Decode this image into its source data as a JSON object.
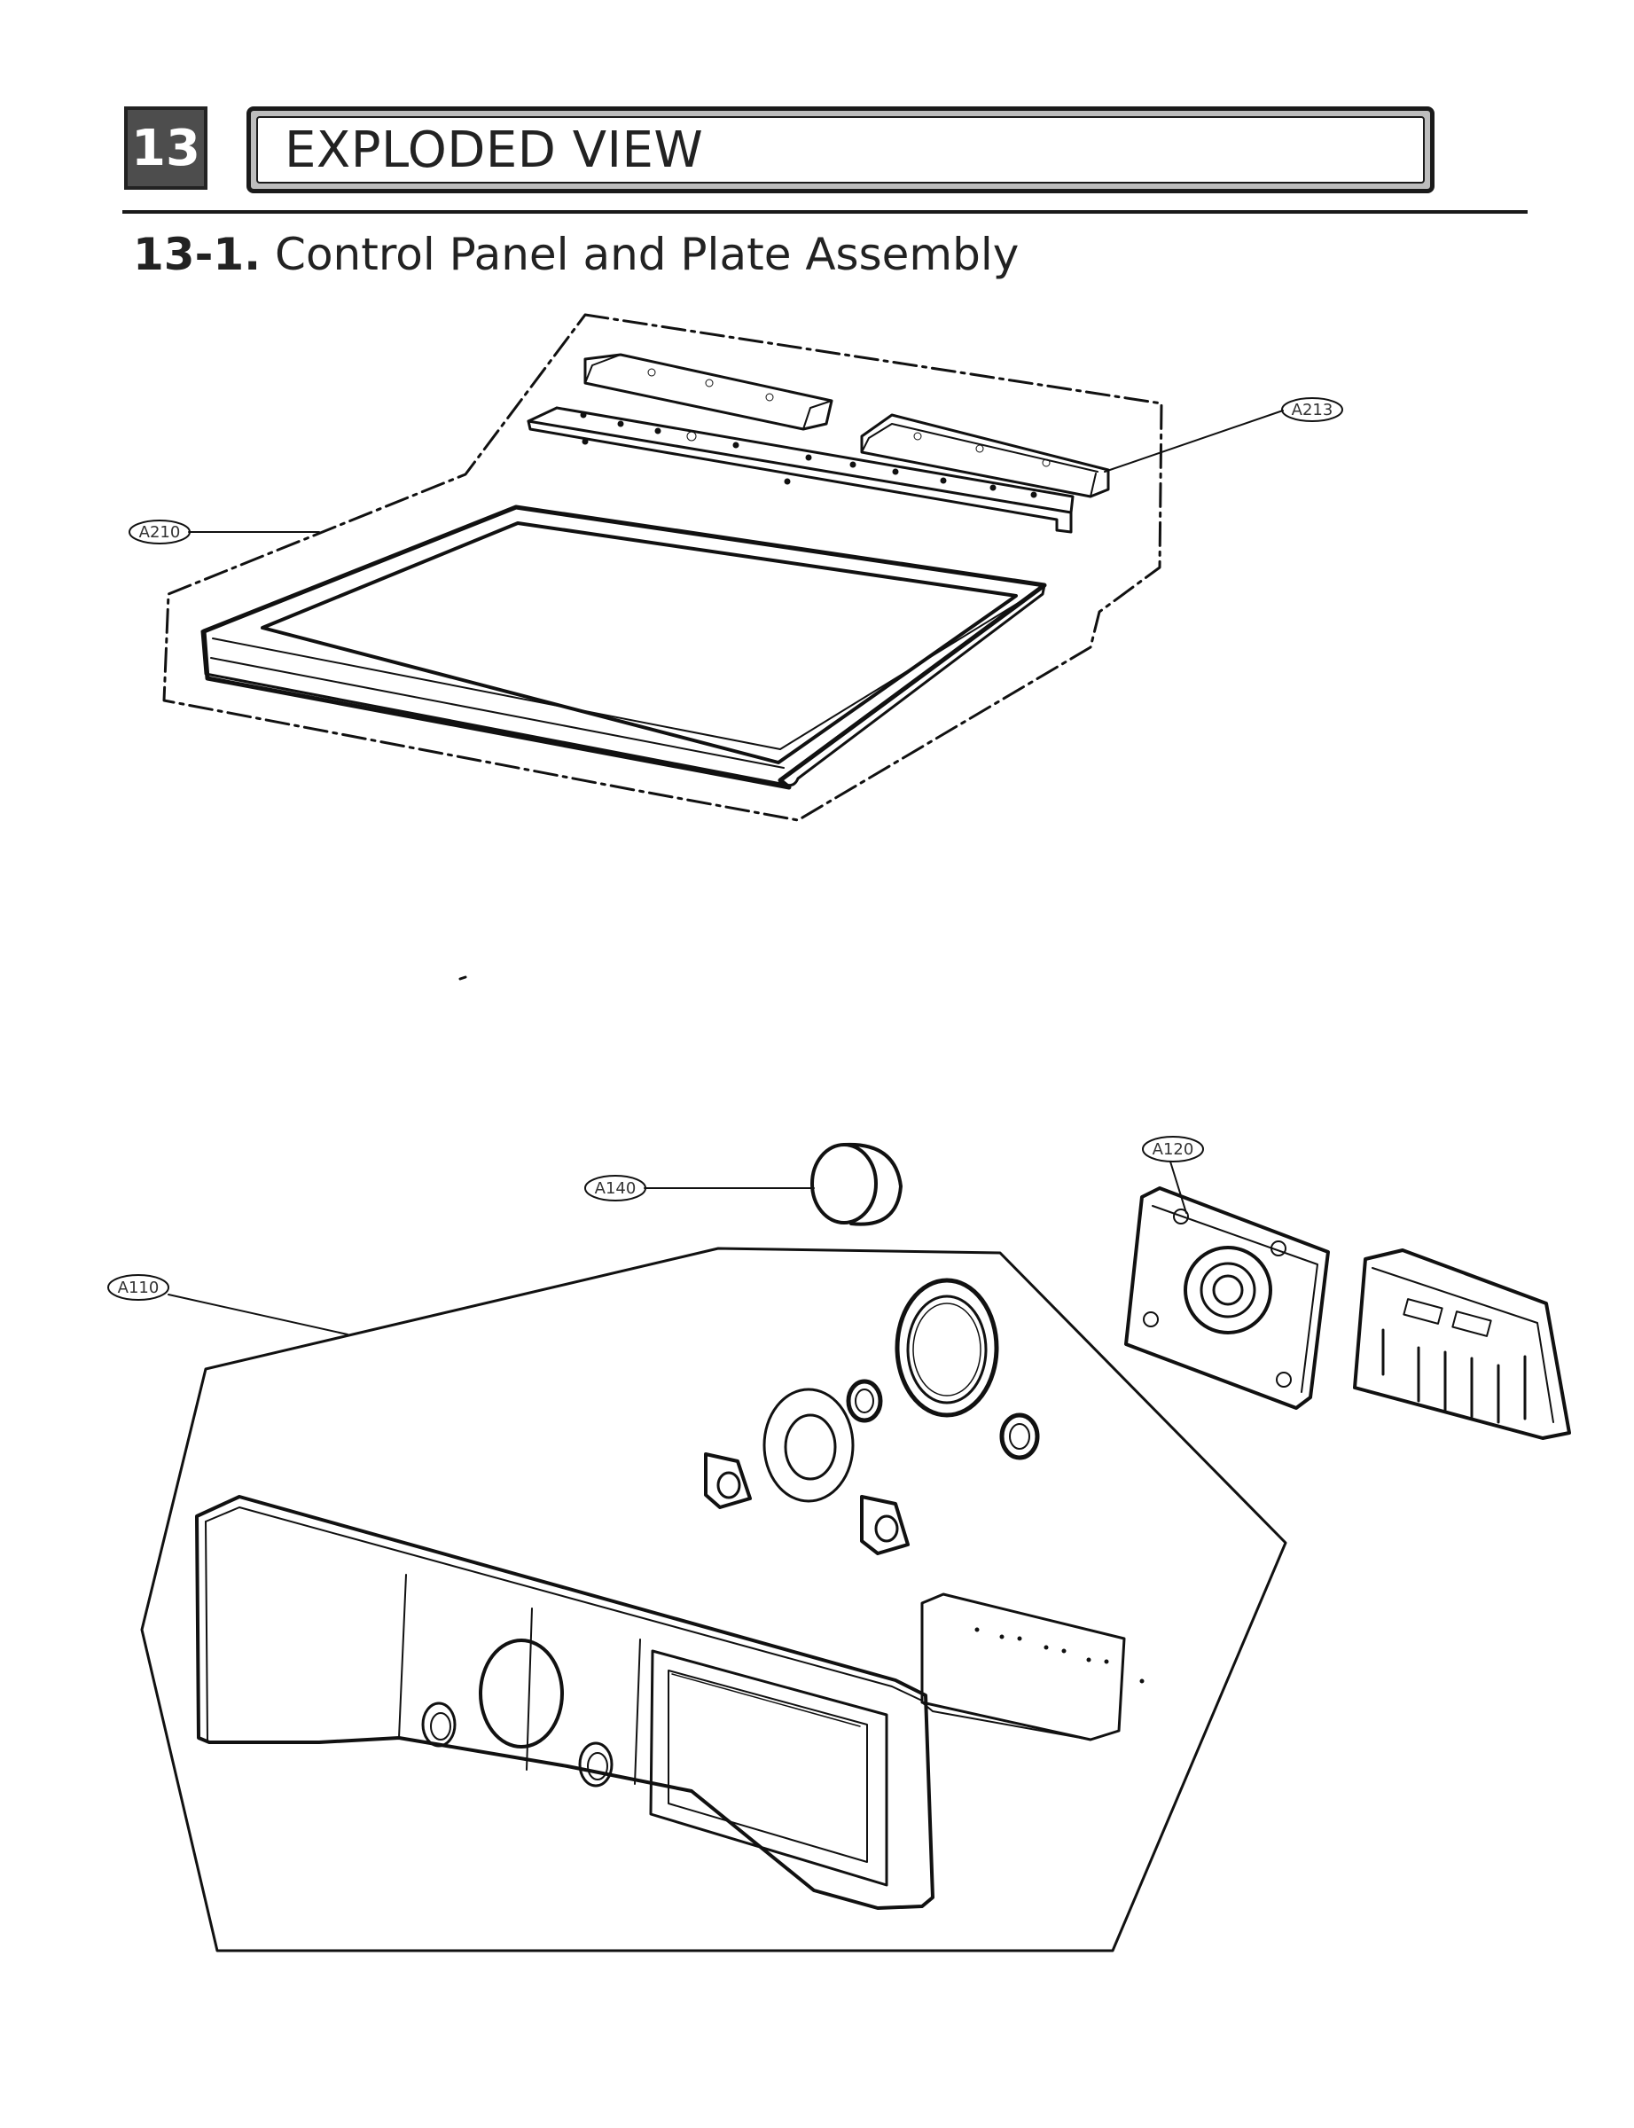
{
  "header": {
    "section_number": "13",
    "section_title": "EXPLODED VIEW"
  },
  "subsection": {
    "number": "13-1.",
    "title": "Control Panel and Plate Assembly"
  },
  "callouts": {
    "a210": "A210",
    "a213": "A213",
    "a140": "A140",
    "a120": "A120",
    "a110": "A110"
  }
}
